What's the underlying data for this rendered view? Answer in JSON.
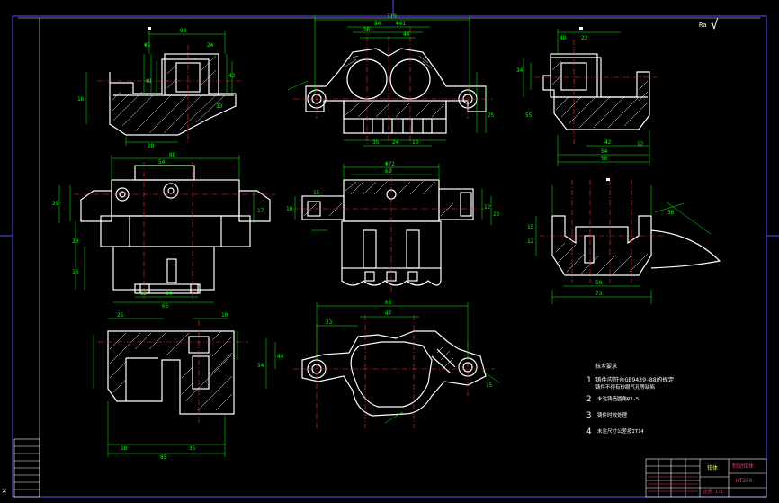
{
  "colors": {
    "background": "#000000",
    "outline": "#ffffff",
    "dimension": "#00ff00",
    "centerline": "#ff3030",
    "frame": "#5050ff",
    "hatch": "#ffffff",
    "title_block": "#ff3060",
    "title_accent": "#ffff00",
    "note_text": "#ffffff"
  },
  "surface_finish": {
    "label": "Ra",
    "symbol": "√"
  },
  "notes": {
    "heading": "技术要求",
    "items": [
      {
        "num": "1",
        "text": "铸件应符合GB9439-88的规定",
        "sub": "铸件不得有砂眼气孔等缺陷"
      },
      {
        "num": "2",
        "text": "未注铸造圆角R3-5"
      },
      {
        "num": "3",
        "text": "铸件时效处理"
      },
      {
        "num": "4",
        "text": "未注尺寸公差按IT14"
      }
    ]
  },
  "title_block": {
    "drawing_name": "钳体",
    "part_code": "制动钳体",
    "material": "HT250",
    "scale": "比例 1:1"
  },
  "dims": {
    "v1_top": "90",
    "v1_a": "Φ5",
    "v1_b": "24",
    "v1_c": "42",
    "v1_d": "48",
    "v1_e": "16",
    "v1_f": "28",
    "v1_g": "33",
    "v2_top": "119",
    "v2_a": "84",
    "v2_b": "Φ41",
    "v2_c": "58",
    "v2_d": "44",
    "v2_e": "35",
    "v2_f": "24",
    "v2_g": "13",
    "v2_h": "25",
    "v3_a": "48",
    "v3_b": "22",
    "v3_c": "34",
    "v3_d": "12",
    "v3_e": "42",
    "v3_f": "54",
    "v3_g": "58",
    "v3_h": "55",
    "v4_a": "88",
    "v4_b": "54",
    "v4_c": "17",
    "v4_d": "29",
    "v4_e": "20",
    "v4_f": "16",
    "v4_g": "12",
    "v4_h": "34",
    "v4_i": "65",
    "v5_a": "Φ72",
    "v5_b": "62",
    "v5_c": "10",
    "v5_d": "15",
    "v5_e": "12",
    "v5_f": "23",
    "v6_a": "36",
    "v6_b": "15",
    "v6_c": "12",
    "v6_d": "50",
    "v6_e": "73",
    "v7_a": "25",
    "v7_b": "10",
    "v7_c": "18",
    "v7_d": "85",
    "v7_e": "35",
    "v8_a": "68",
    "v8_b": "47",
    "v8_c": "23",
    "v8_d": "54",
    "v8_e": "44",
    "v8_f": "15"
  }
}
